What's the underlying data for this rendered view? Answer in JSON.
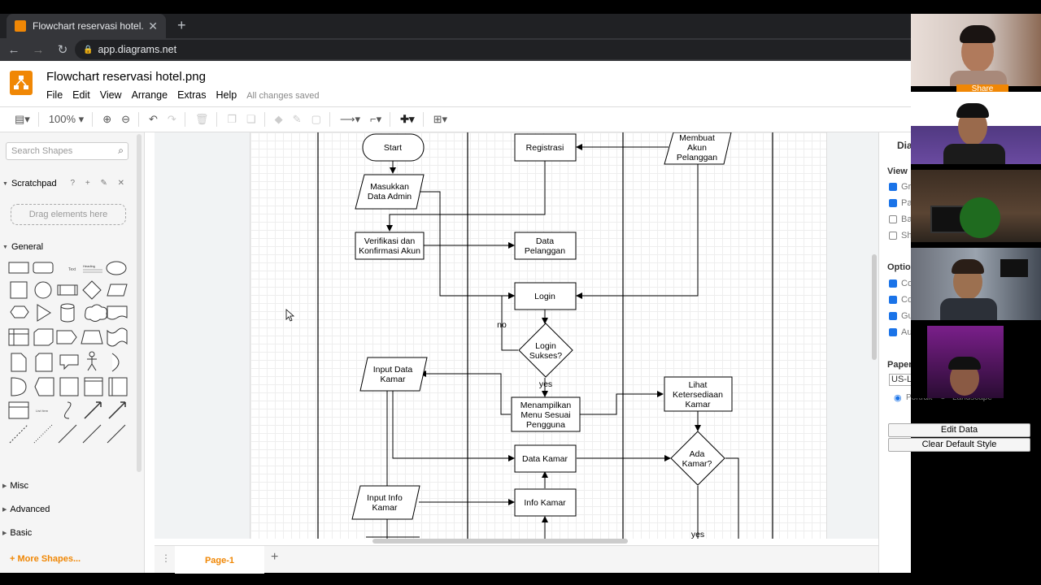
{
  "browser": {
    "tab_title": "Flowchart reservasi hotel.png - d",
    "url": "app.diagrams.net"
  },
  "app": {
    "doc_title": "Flowchart reservasi hotel.png",
    "menu": [
      "File",
      "Edit",
      "View",
      "Arrange",
      "Extras",
      "Help"
    ],
    "save_status": "All changes saved",
    "zoom": "100%"
  },
  "sidebar": {
    "search_placeholder": "Search Shapes",
    "scratchpad": "Scratchpad",
    "scratchpad_tools": "? + ✎ ✕",
    "drag_hint": "Drag elements here",
    "general": "General",
    "misc": "Misc",
    "advanced": "Advanced",
    "basic": "Basic",
    "more_shapes": "+ More Shapes..."
  },
  "diagram": {
    "start": "Start",
    "masukkan1": "Masukkan",
    "masukkan2": "Data Admin",
    "registrasi": "Registrasi",
    "membuat1": "Membuat",
    "membuat2": "Akun",
    "membuat3": "Pelanggan",
    "verif1": "Verifikasi dan",
    "verif2": "Konfirmasi Akun",
    "datapel1": "Data",
    "datapel2": "Pelanggan",
    "login": "Login",
    "no": "no",
    "sukses1": "Login",
    "sukses2": "Sukses?",
    "yes1": "yes",
    "input1": "Input Data",
    "input2": "Kamar",
    "menu1": "Menampilkan",
    "menu2": "Menu Sesuai",
    "menu3": "Pengguna",
    "lihat1": "Lihat",
    "lihat2": "Ketersediaan",
    "lihat3": "Kamar",
    "datakamar": "Data Kamar",
    "ada1": "Ada",
    "ada2": "Kamar?",
    "infoin1": "Input Info",
    "infoin2": "Kamar",
    "infokamar": "Info Kamar",
    "yes2": "yes"
  },
  "pagebar": {
    "tab": "Page-1"
  },
  "rpanel": {
    "title": "Dia",
    "view": "View",
    "view_items": [
      "Gri",
      "Pag",
      "Bac",
      "Sha"
    ],
    "options": "Optio",
    "option_items": [
      "Co",
      "Co",
      "Gu",
      "Au"
    ],
    "paper": "Paper",
    "paper_value": "US-L",
    "portrait": "Portrait",
    "landscape": "Landscape",
    "edit_data": "Edit Data",
    "clear_style": "Clear Default Style"
  },
  "video": {
    "share": "Share"
  }
}
